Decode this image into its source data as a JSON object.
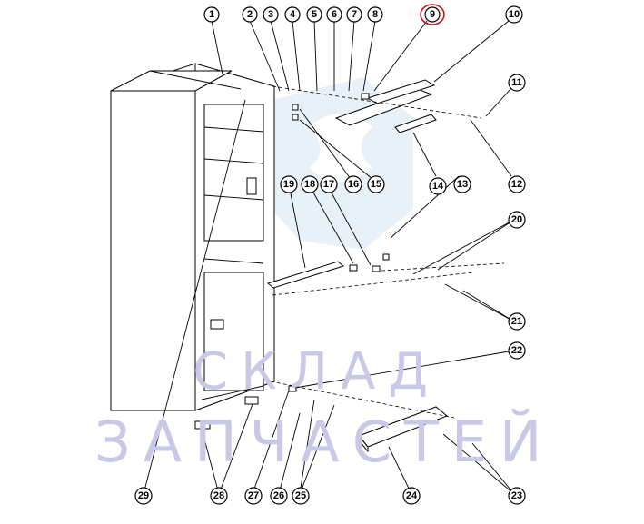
{
  "watermark": {
    "line1": "СКЛАД",
    "line2": "ЗАПЧАСТЕЙ",
    "color": "#c9c8e6",
    "logo_color": "#d7e7f2"
  },
  "highlight": {
    "label": "9",
    "color": "#d1111b"
  },
  "callouts": [
    {
      "id": "1",
      "label": "1"
    },
    {
      "id": "2",
      "label": "2"
    },
    {
      "id": "3",
      "label": "3"
    },
    {
      "id": "4",
      "label": "4"
    },
    {
      "id": "5",
      "label": "5"
    },
    {
      "id": "6",
      "label": "6"
    },
    {
      "id": "7",
      "label": "7"
    },
    {
      "id": "8",
      "label": "8"
    },
    {
      "id": "9",
      "label": "9"
    },
    {
      "id": "10",
      "label": "10"
    },
    {
      "id": "11",
      "label": "11"
    },
    {
      "id": "12",
      "label": "12"
    },
    {
      "id": "13",
      "label": "13"
    },
    {
      "id": "14",
      "label": "14"
    },
    {
      "id": "15",
      "label": "15"
    },
    {
      "id": "16",
      "label": "16"
    },
    {
      "id": "17",
      "label": "17"
    },
    {
      "id": "18",
      "label": "18"
    },
    {
      "id": "19",
      "label": "19"
    },
    {
      "id": "20",
      "label": "20"
    },
    {
      "id": "21",
      "label": "21"
    },
    {
      "id": "22",
      "label": "22"
    },
    {
      "id": "23",
      "label": "23"
    },
    {
      "id": "24",
      "label": "24"
    },
    {
      "id": "25",
      "label": "25"
    },
    {
      "id": "26",
      "label": "26"
    },
    {
      "id": "27",
      "label": "27"
    },
    {
      "id": "28",
      "label": "28"
    },
    {
      "id": "29",
      "label": "29"
    }
  ]
}
